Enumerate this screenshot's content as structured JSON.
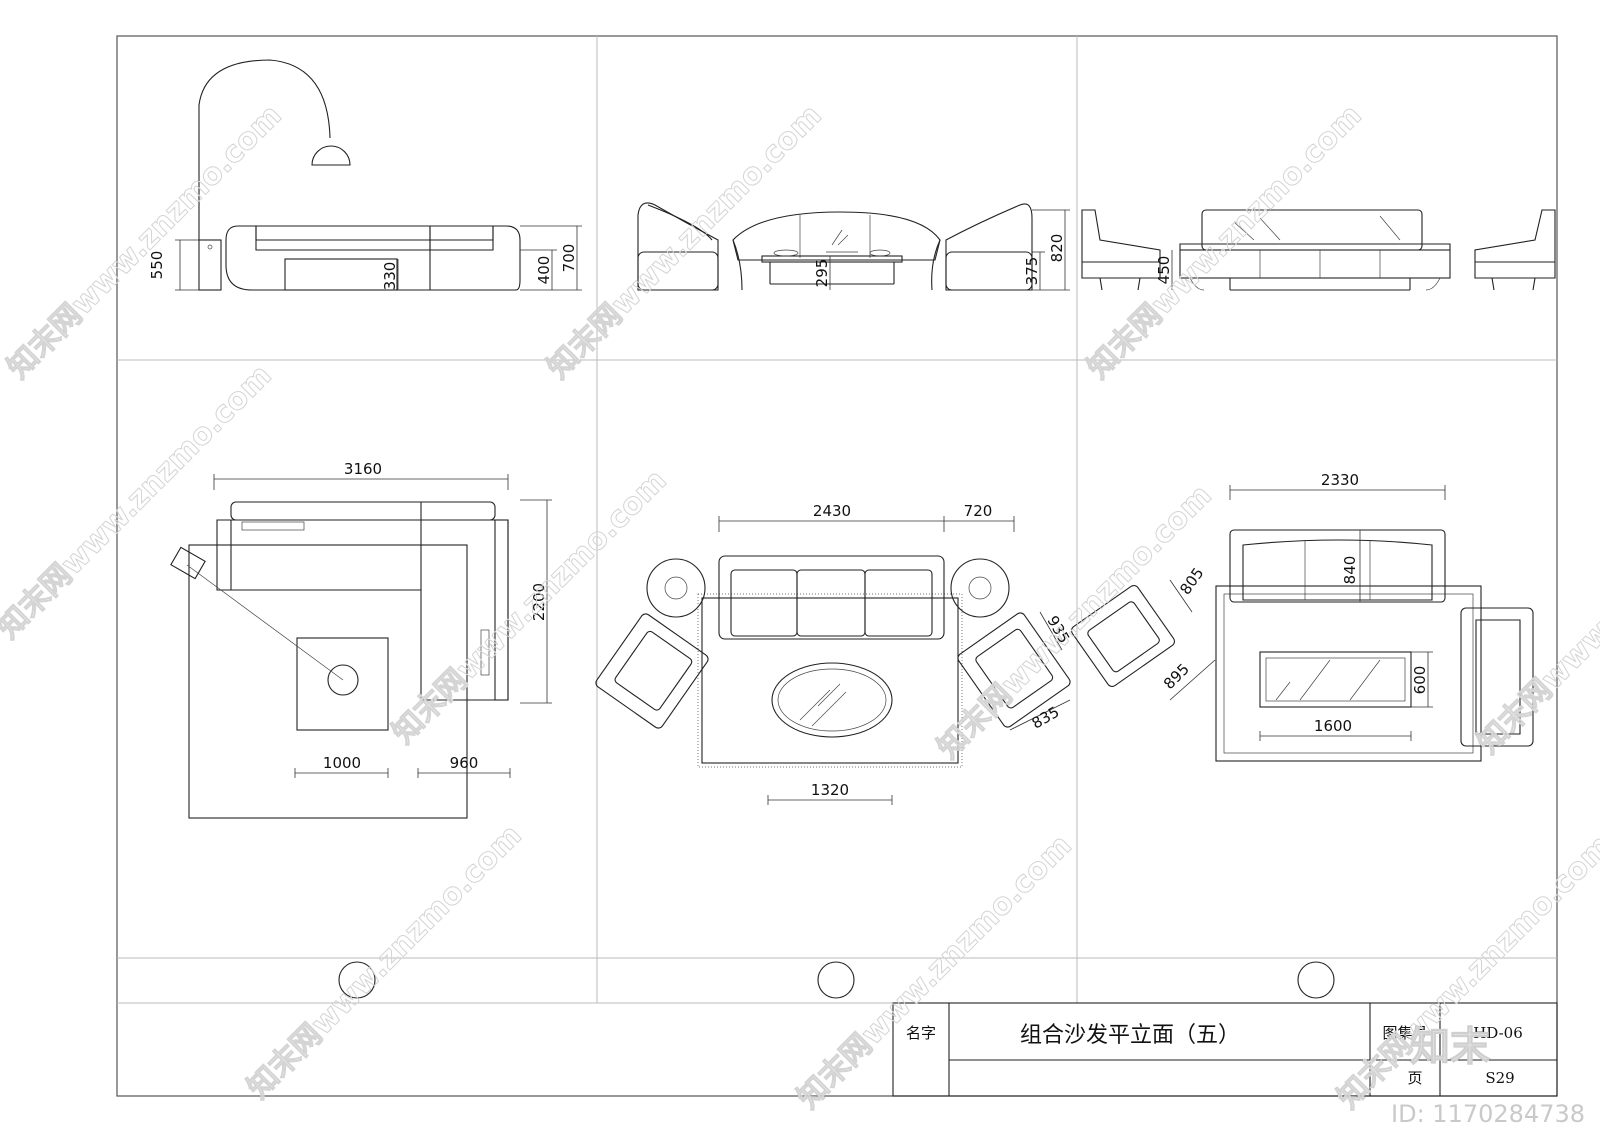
{
  "title_block": {
    "name_label": "名字",
    "drawing_title": "组合沙发平立面（五）",
    "atlas_label": "图集号",
    "atlas_value": "HD-06",
    "page_label": "页",
    "page_value": "S29"
  },
  "dimensions": {
    "p1_elev_550": "550",
    "p1_elev_330": "330",
    "p1_elev_400": "400",
    "p1_elev_700": "700",
    "p2_elev_295": "295",
    "p3_elev_375": "375",
    "p3_elev_820": "820",
    "p3_elev_450": "450",
    "p1_plan_3160": "3160",
    "p1_plan_2200": "2200",
    "p1_plan_1000": "1000",
    "p1_plan_960": "960",
    "p2_plan_2430": "2430",
    "p2_plan_720": "720",
    "p2_plan_935": "935",
    "p2_plan_835": "835",
    "p2_plan_1320": "1320",
    "p3_plan_2330": "2330",
    "p3_plan_805": "805",
    "p3_plan_840": "840",
    "p3_plan_895": "895",
    "p3_plan_600": "600",
    "p3_plan_1600": "1600"
  },
  "watermark": {
    "site": "知末网www.znzmo.com",
    "brand": "知末",
    "id_text": "ID: 1170284738"
  }
}
